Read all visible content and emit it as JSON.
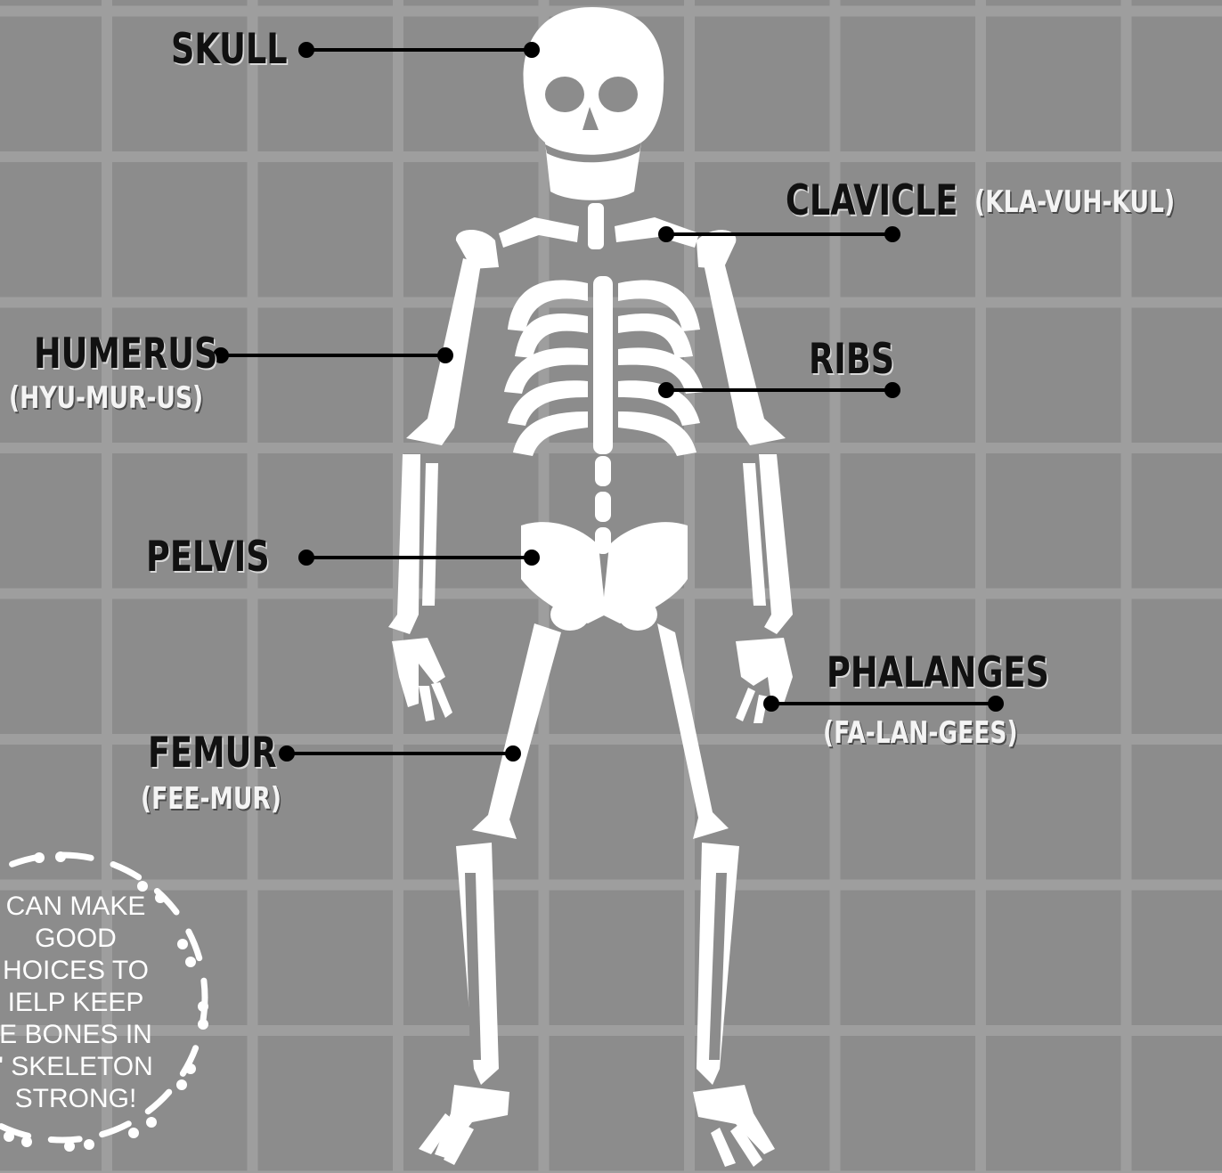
{
  "labels": {
    "skull": "SKULL",
    "clavicle": "CLAVICLE",
    "clavicle_pron": "(KLA-VUH-KUL)",
    "humerus": "HUMERUS",
    "humerus_pron": "(HYU-MUR-US)",
    "ribs": "RIBS",
    "pelvis": "PELVIS",
    "phalanges": "PHALANGES",
    "phalanges_pron": "(FA-LAN-GEES)",
    "femur": "FEMUR",
    "femur_pron": "(FEE-MUR)"
  },
  "badge": {
    "text": "CAN MAKE\nGOOD\nHOICES TO\nIELP KEEP\nE BONES IN\n' SKELETON\nSTRONG!"
  },
  "colors": {
    "background": "#8c8c8c",
    "grid": "#9e9e9e",
    "bone": "#ffffff",
    "leader": "#000000"
  }
}
